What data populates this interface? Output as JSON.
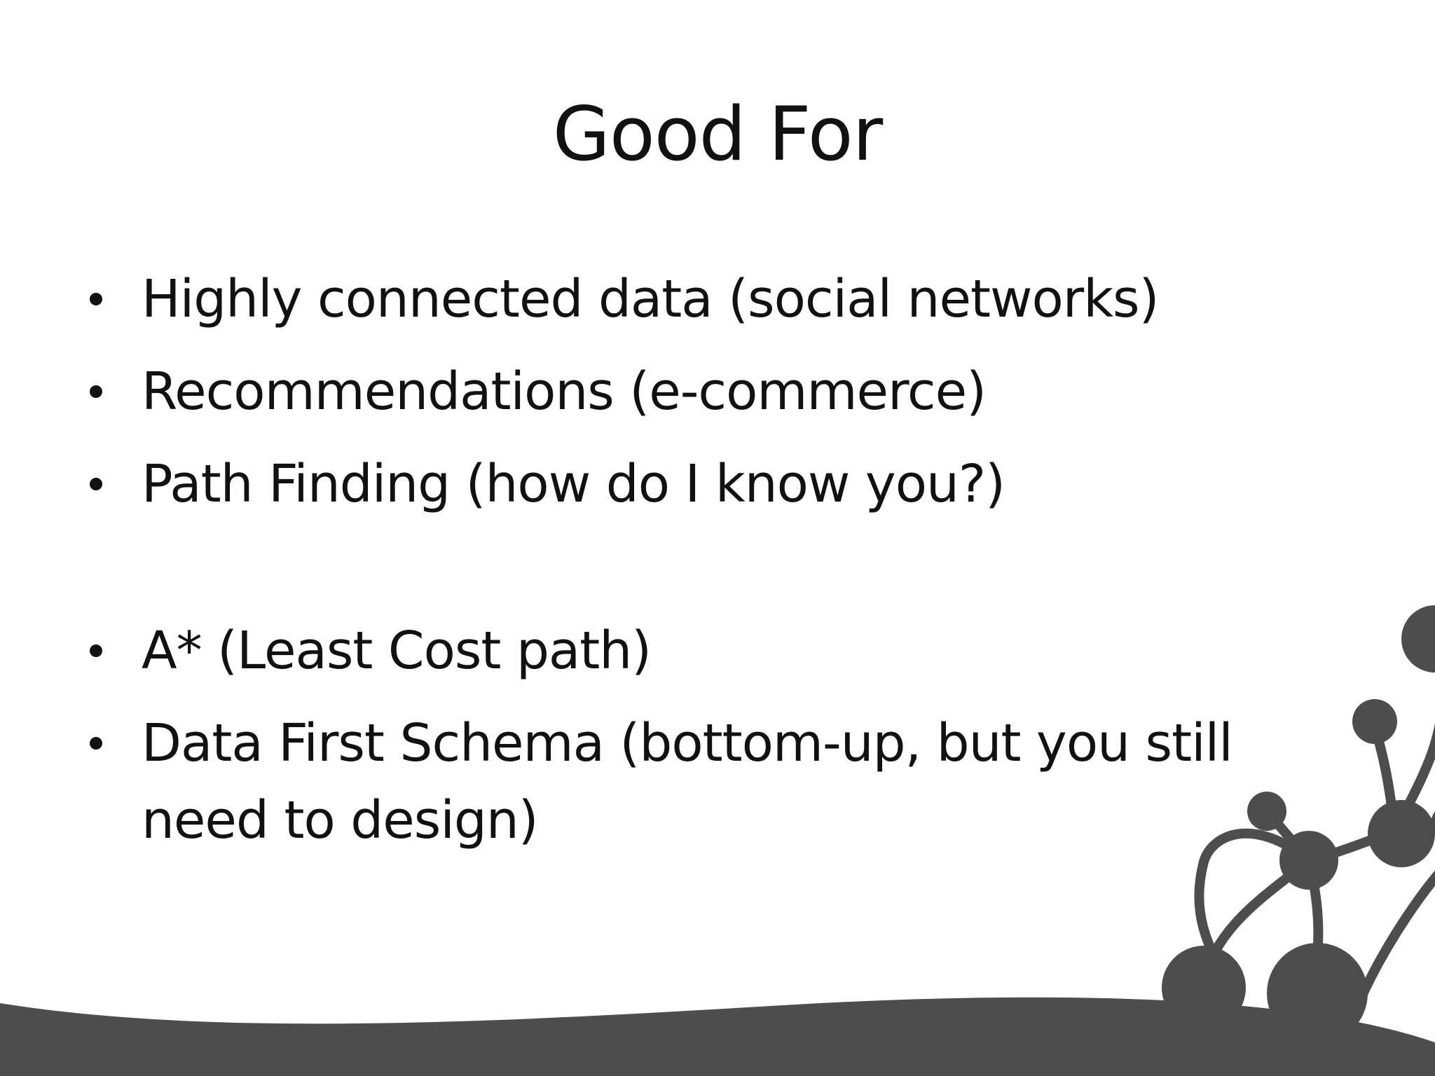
{
  "slide": {
    "title": "Good For",
    "bullets": [
      "Highly connected data (social networks)",
      "Recommendations (e-commerce)",
      "Path Finding (how do I know you?)",
      "A* (Least Cost path)",
      "Data First Schema (bottom-up, but you still need to design)"
    ]
  },
  "colors": {
    "background": "#ffffff",
    "text": "#111111",
    "decoration": "#4d4d4d"
  },
  "icons": {
    "decoration": "graph-nodes-decoration-icon"
  }
}
